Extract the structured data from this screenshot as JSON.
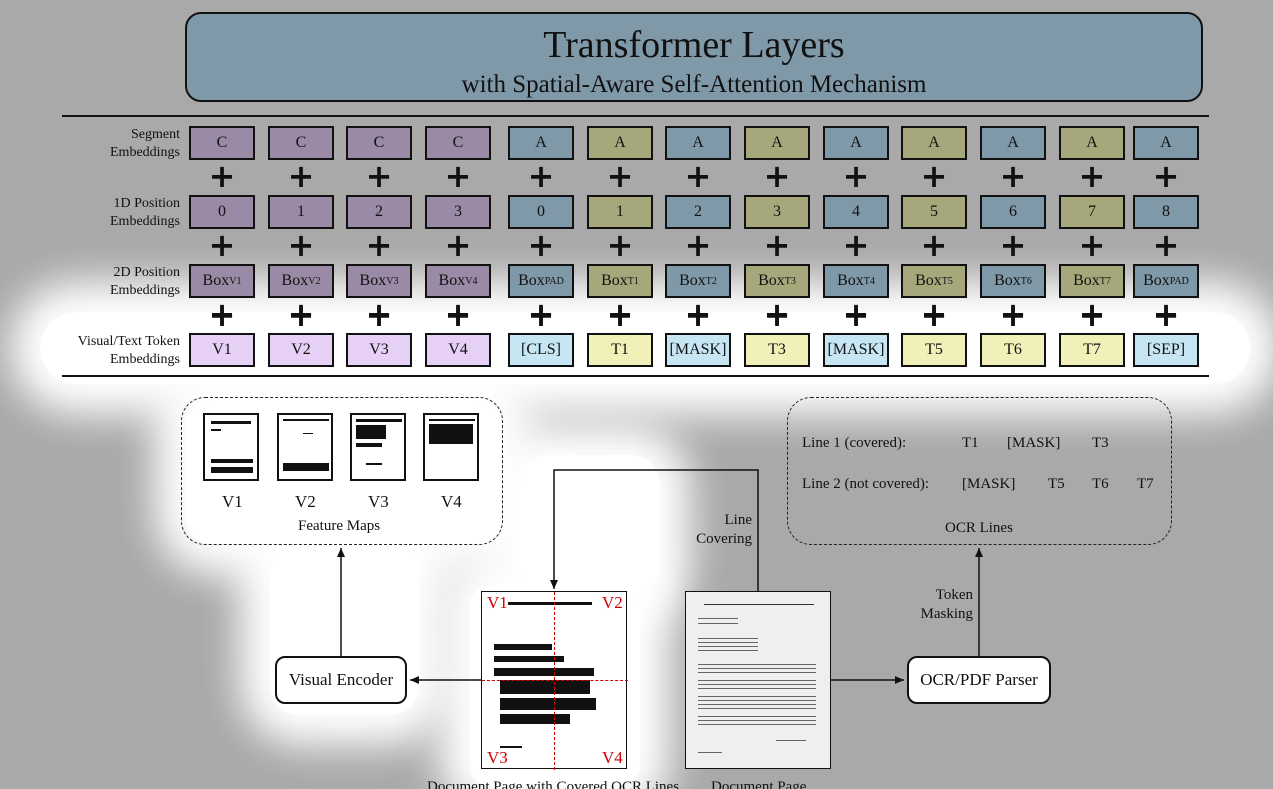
{
  "header": {
    "title": "Transformer Layers",
    "subtitle": "with Spatial-Aware Self-Attention Mechanism"
  },
  "rows": {
    "segment": {
      "label1": "Segment",
      "label2": "Embeddings",
      "cells": [
        "C",
        "C",
        "C",
        "C",
        "A",
        "A",
        "A",
        "A",
        "A",
        "A",
        "A",
        "A",
        "A"
      ]
    },
    "pos1d": {
      "label1": "1D Position",
      "label2": "Embeddings",
      "cells": [
        "0",
        "1",
        "2",
        "3",
        "0",
        "1",
        "2",
        "3",
        "4",
        "5",
        "6",
        "7",
        "8"
      ]
    },
    "pos2d": {
      "label1": "2D Position",
      "label2": "Embeddings",
      "box": "Box",
      "subs": [
        "V1",
        "V2",
        "V3",
        "V4",
        "PAD",
        "T1",
        "T2",
        "T3",
        "T4",
        "T5",
        "T6",
        "T7",
        "PAD"
      ]
    },
    "tokens": {
      "label1": "Visual/Text Token",
      "label2": "Embeddings",
      "cells": [
        "V1",
        "V2",
        "V3",
        "V4",
        "[CLS]",
        "T1",
        "[MASK]",
        "T3",
        "[MASK]",
        "T5",
        "T6",
        "T7",
        "[SEP]"
      ]
    },
    "plus": "+"
  },
  "feature_maps": {
    "labels": [
      "V1",
      "V2",
      "V3",
      "V4"
    ],
    "caption": "Feature Maps"
  },
  "ocr_lines": {
    "line1_label": "Line 1 (covered):",
    "line1_tokens": [
      "T1",
      "[MASK]",
      "T3"
    ],
    "line2_label": "Line 2 (not covered):",
    "line2_tokens": [
      "[MASK]",
      "T5",
      "T6",
      "T7"
    ],
    "caption": "OCR Lines"
  },
  "flow": {
    "line_covering_1": "Line",
    "line_covering_2": "Covering",
    "token_masking_1": "Token",
    "token_masking_2": "Masking",
    "visual_encoder": "Visual Encoder",
    "ocr_parser": "OCR/PDF Parser",
    "doc_covered_caption": "Document Page with Covered OCR Lines",
    "doc_caption": "Document Page",
    "quadrants": [
      "V1",
      "V2",
      "V3",
      "V4"
    ]
  },
  "colors": {
    "background": "#a9a9a9",
    "header": "#7f99a8",
    "segment_c": "#9a8aa6",
    "cell_a_blue": "#7f99a8",
    "cell_a_olive": "#a6a87c",
    "visual_token": "#e6d0f5",
    "special_token": "#c6e6f3",
    "text_token": "#f0f0b8",
    "quadrant_red": "#cc0000"
  }
}
